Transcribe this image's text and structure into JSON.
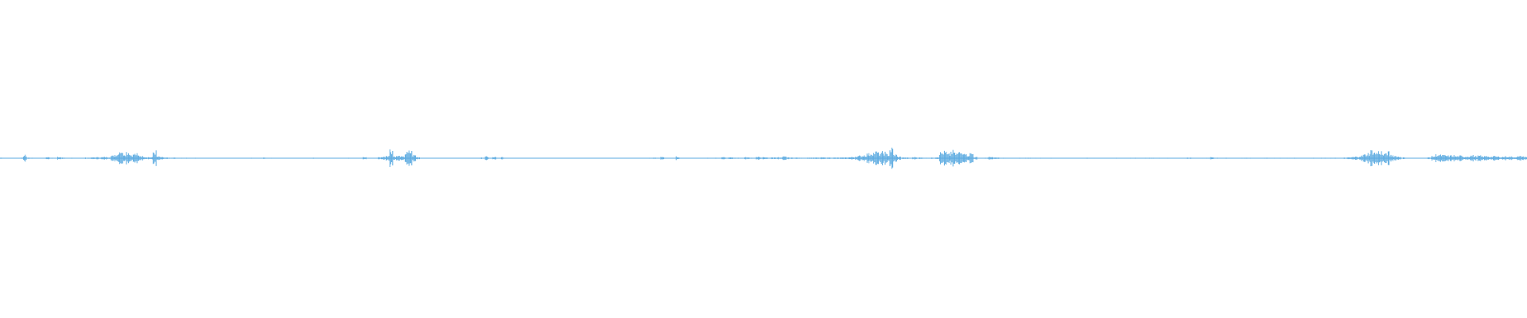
{
  "waveform": {
    "color": "#5aaae0",
    "background": "#ffffff",
    "amplitude_profile": [
      0.03,
      0.02,
      0.02,
      0.02,
      0.01,
      0.02,
      0.15,
      0.03,
      0.02,
      0.02,
      0.01,
      0.01,
      0.05,
      0.03,
      0.02,
      0.06,
      0.03,
      0.02,
      0.02,
      0.01,
      0.02,
      0.02,
      0.03,
      0.03,
      0.04,
      0.05,
      0.05,
      0.06,
      0.06,
      0.12,
      0.2,
      0.42,
      0.25,
      0.34,
      0.18,
      0.22,
      0.14,
      0.1,
      0.06,
      0.05,
      0.35,
      0.08,
      0.05,
      0.03,
      0.02,
      0.03,
      0.02,
      0.02,
      0.02,
      0.02,
      0.02,
      0.02,
      0.01,
      0.01,
      0.01,
      0.0,
      0.01,
      0.01,
      0.01,
      0.01,
      0.01,
      0.01,
      0.01,
      0.01,
      0.01,
      0.02,
      0.02,
      0.01,
      0.02,
      0.03,
      0.01,
      0.02,
      0.01,
      0.01,
      0.02,
      0.01,
      0.01,
      0.01,
      0.02,
      0.01,
      0.01,
      0.01,
      0.03,
      0.01,
      0.01,
      0.01,
      0.01,
      0.01,
      0.02,
      0.01,
      0.01,
      0.02,
      0.01,
      0.02,
      0.02,
      0.05,
      0.02,
      0.01,
      0.02,
      0.05,
      0.08,
      0.15,
      0.45,
      0.1,
      0.12,
      0.08,
      0.28,
      0.35,
      0.16,
      0.06,
      0.02,
      0.01,
      0.01,
      0.01,
      0.0,
      0.01,
      0.0,
      0.01,
      0.0,
      0.01,
      0.0,
      0.01,
      0.01,
      0.01,
      0.01,
      0.02,
      0.03,
      0.08,
      0.02,
      0.06,
      0.01,
      0.05,
      0.02,
      0.01,
      0.0,
      0.01,
      0.0,
      0.01,
      0.0,
      0.0,
      0.01,
      0.0,
      0.01,
      0.0,
      0.0,
      0.01,
      0.0,
      0.01,
      0.0,
      0.0,
      0.01,
      0.0,
      0.01,
      0.0,
      0.01,
      0.01,
      0.01,
      0.01,
      0.01,
      0.01,
      0.01,
      0.01,
      0.01,
      0.01,
      0.01,
      0.01,
      0.01,
      0.01,
      0.01,
      0.01,
      0.02,
      0.03,
      0.02,
      0.06,
      0.02,
      0.01,
      0.01,
      0.08,
      0.02,
      0.01,
      0.01,
      0.01,
      0.01,
      0.01,
      0.01,
      0.02,
      0.01,
      0.02,
      0.01,
      0.05,
      0.03,
      0.06,
      0.02,
      0.03,
      0.02,
      0.05,
      0.03,
      0.02,
      0.06,
      0.05,
      0.04,
      0.03,
      0.04,
      0.05,
      0.03,
      0.08,
      0.04,
      0.03,
      0.03,
      0.02,
      0.02,
      0.03,
      0.03,
      0.03,
      0.03,
      0.04,
      0.03,
      0.04,
      0.03,
      0.03,
      0.03,
      0.04,
      0.05,
      0.06,
      0.1,
      0.12,
      0.16,
      0.22,
      0.28,
      0.32,
      0.25,
      0.3,
      0.2,
      0.48,
      0.18,
      0.08,
      0.04,
      0.03,
      0.02,
      0.06,
      0.04,
      0.03,
      0.02,
      0.02,
      0.03,
      0.06,
      0.28,
      0.32,
      0.2,
      0.35,
      0.24,
      0.3,
      0.38,
      0.18,
      0.25,
      0.06,
      0.02,
      0.01,
      0.03,
      0.06,
      0.04,
      0.03,
      0.02,
      0.02,
      0.02,
      0.02,
      0.02,
      0.02,
      0.02,
      0.02,
      0.02,
      0.02,
      0.02,
      0.01,
      0.02,
      0.02,
      0.01,
      0.02,
      0.01,
      0.02,
      0.01,
      0.02,
      0.01,
      0.03,
      0.02,
      0.01,
      0.02,
      0.02,
      0.01,
      0.02,
      0.01,
      0.02,
      0.02,
      0.02,
      0.01,
      0.02,
      0.02,
      0.02,
      0.02,
      0.02,
      0.02,
      0.02,
      0.02,
      0.02,
      0.02,
      0.02,
      0.02,
      0.02,
      0.02,
      0.02,
      0.02,
      0.03,
      0.02,
      0.02,
      0.02,
      0.02,
      0.02,
      0.05,
      0.03,
      0.02,
      0.02,
      0.02,
      0.02,
      0.02,
      0.02,
      0.02,
      0.02,
      0.02,
      0.02,
      0.02,
      0.02,
      0.02,
      0.02,
      0.02,
      0.02,
      0.02,
      0.02,
      0.02,
      0.02,
      0.02,
      0.02,
      0.02,
      0.02,
      0.02,
      0.02,
      0.02,
      0.02,
      0.02,
      0.02,
      0.02,
      0.02,
      0.02,
      0.03,
      0.04,
      0.06,
      0.08,
      0.12,
      0.18,
      0.25,
      0.38,
      0.28,
      0.34,
      0.2,
      0.3,
      0.16,
      0.12,
      0.08,
      0.04,
      0.0,
      0.0,
      0.0,
      0.0,
      0.01,
      0.02,
      0.05,
      0.1,
      0.18,
      0.16,
      0.14,
      0.12,
      0.14,
      0.1,
      0.12,
      0.08,
      0.1,
      0.14,
      0.1,
      0.12,
      0.09,
      0.11,
      0.08,
      0.1,
      0.08,
      0.07,
      0.09,
      0.08,
      0.06,
      0.09,
      0.1,
      0.08
    ]
  }
}
